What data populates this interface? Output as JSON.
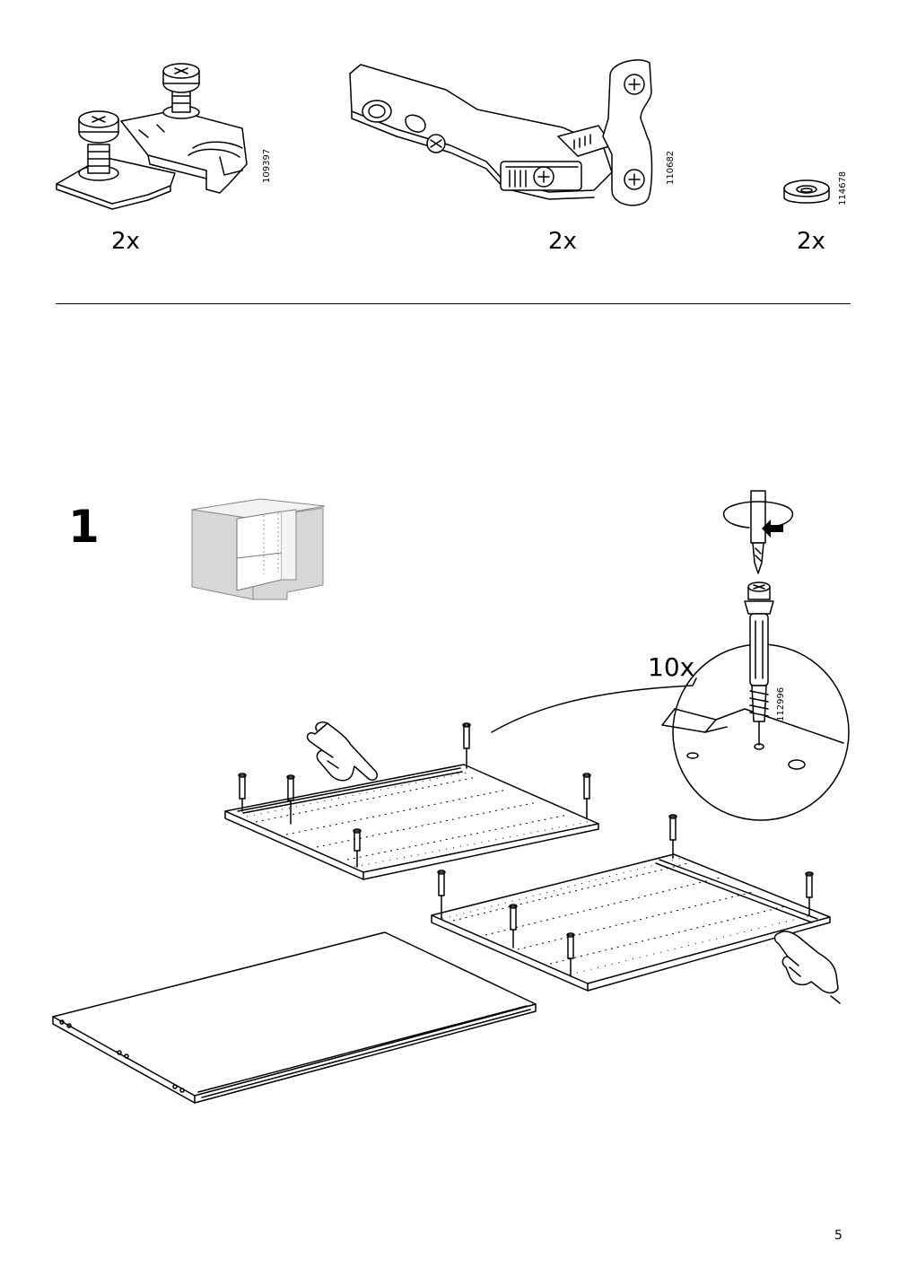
{
  "parts": [
    {
      "quantity": "2x",
      "article_number": "109397",
      "icon": "hinge-mounting-plate-icon"
    },
    {
      "quantity": "2x",
      "article_number": "110682",
      "icon": "corner-hinge-icon"
    },
    {
      "quantity": "2x",
      "article_number": "114678",
      "icon": "cover-cap-icon"
    }
  ],
  "step": {
    "number": "1",
    "overview_icon": "corner-cabinet-overview-icon",
    "callout": {
      "quantity": "10x",
      "article_number": "112996",
      "icon": "screw-dowel-icon"
    }
  },
  "page": {
    "number": "5"
  },
  "colors": {
    "line": "#000000",
    "overview_fill": "#d7d7d7"
  }
}
